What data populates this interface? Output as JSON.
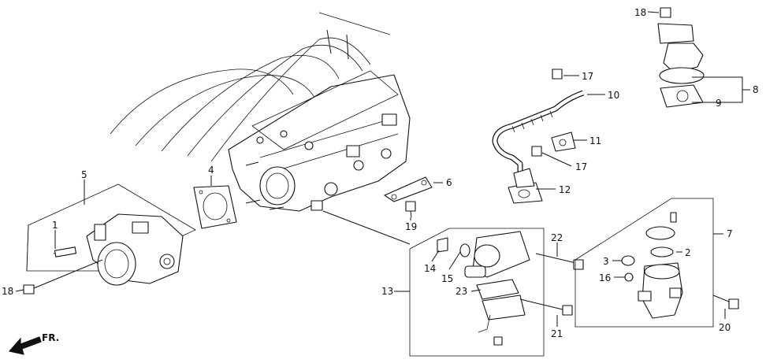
{
  "diagram": {
    "callouts": [
      {
        "id": "c18a",
        "text": "18"
      },
      {
        "id": "c17a",
        "text": "17"
      },
      {
        "id": "c10",
        "text": "10"
      },
      {
        "id": "c8",
        "text": "8"
      },
      {
        "id": "c9",
        "text": "9"
      },
      {
        "id": "c11",
        "text": "11"
      },
      {
        "id": "c17b",
        "text": "17"
      },
      {
        "id": "c4",
        "text": "4"
      },
      {
        "id": "c5",
        "text": "5"
      },
      {
        "id": "c6",
        "text": "6"
      },
      {
        "id": "c12",
        "text": "12"
      },
      {
        "id": "c7",
        "text": "7"
      },
      {
        "id": "c1",
        "text": "1"
      },
      {
        "id": "c19",
        "text": "19"
      },
      {
        "id": "c22",
        "text": "22"
      },
      {
        "id": "c2",
        "text": "2"
      },
      {
        "id": "c3",
        "text": "3"
      },
      {
        "id": "c14",
        "text": "14"
      },
      {
        "id": "c15",
        "text": "15"
      },
      {
        "id": "c16",
        "text": "16"
      },
      {
        "id": "c18b",
        "text": "18"
      },
      {
        "id": "c13",
        "text": "13"
      },
      {
        "id": "c23",
        "text": "23"
      },
      {
        "id": "c20",
        "text": "20"
      },
      {
        "id": "c21",
        "text": "21"
      }
    ],
    "direction_label": "FR."
  }
}
